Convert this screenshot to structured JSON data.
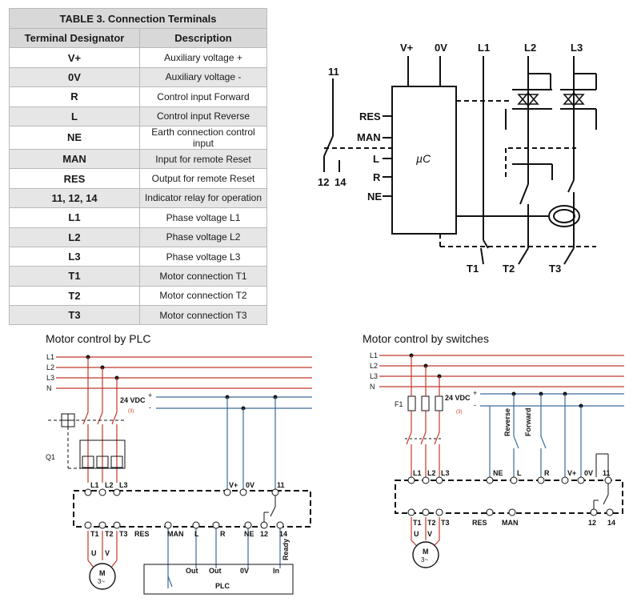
{
  "table": {
    "caption": "TABLE 3. Connection Terminals",
    "headers": [
      "Terminal Designator",
      "Description"
    ],
    "rows": [
      [
        "V+",
        "Auxiliary voltage +"
      ],
      [
        "0V",
        "Auxiliary voltage -"
      ],
      [
        "R",
        "Control input Forward"
      ],
      [
        "L",
        "Control input Reverse"
      ],
      [
        "NE",
        "Earth connection control input"
      ],
      [
        "MAN",
        "Input for remote Reset"
      ],
      [
        "RES",
        "Output for remote Reset"
      ],
      [
        "11, 12, 14",
        "Indicator relay for operation"
      ],
      [
        "L1",
        "Phase voltage L1"
      ],
      [
        "L2",
        "Phase voltage L2"
      ],
      [
        "L3",
        "Phase voltage L3"
      ],
      [
        "T1",
        "Motor connection T1"
      ],
      [
        "T2",
        "Motor connection T2"
      ],
      [
        "T3",
        "Motor connection T3"
      ]
    ]
  },
  "block": {
    "top": [
      "V+",
      "0V",
      "L1",
      "L2",
      "L3"
    ],
    "left": [
      "RES",
      "MAN",
      "L",
      "R",
      "NE"
    ],
    "relay": [
      "11",
      "12",
      "14"
    ],
    "mcu": "µC",
    "bottom": [
      "T1",
      "T2",
      "T3"
    ]
  },
  "plc_diagram": {
    "heading": "Motor control by PLC",
    "lines": [
      "L1",
      "L2",
      "L3",
      "N"
    ],
    "supply": "24 VDC",
    "plus": "+",
    "minus": "-",
    "note": "(3)",
    "breaker": "Q1",
    "top_terms": [
      "L1",
      "L2",
      "L3",
      "V+",
      "0V",
      "11"
    ],
    "bottom_terms": [
      "T1",
      "T2",
      "T3",
      "RES",
      "MAN",
      "L",
      "R",
      "NE",
      "12",
      "14"
    ],
    "motor_phases": [
      "U",
      "V"
    ],
    "motor": [
      "M",
      "3~"
    ],
    "ready": "Ready",
    "plc_terms": [
      "Out",
      "Out",
      "0V",
      "In"
    ],
    "plc": "PLC"
  },
  "sw_diagram": {
    "heading": "Motor control by switches",
    "lines": [
      "L1",
      "L2",
      "L3",
      "N"
    ],
    "fuse": "F1",
    "supply": "24 VDC",
    "plus": "+",
    "minus": "-",
    "note": "(3)",
    "switches": [
      "Reverse",
      "Forward"
    ],
    "top_terms": [
      "L1",
      "L2",
      "L3",
      "NE",
      "L",
      "R",
      "V+",
      "0V",
      "11"
    ],
    "bottom_terms": [
      "T1",
      "T2",
      "T3",
      "RES",
      "MAN",
      "12",
      "14"
    ],
    "motor_phases": [
      "U",
      "V"
    ],
    "motor": [
      "M",
      "3~"
    ]
  },
  "colors": {
    "phase": "#c0392b",
    "control": "#3d6b9a",
    "note": "#c0392b",
    "table_shade": "#d8d8d8"
  }
}
